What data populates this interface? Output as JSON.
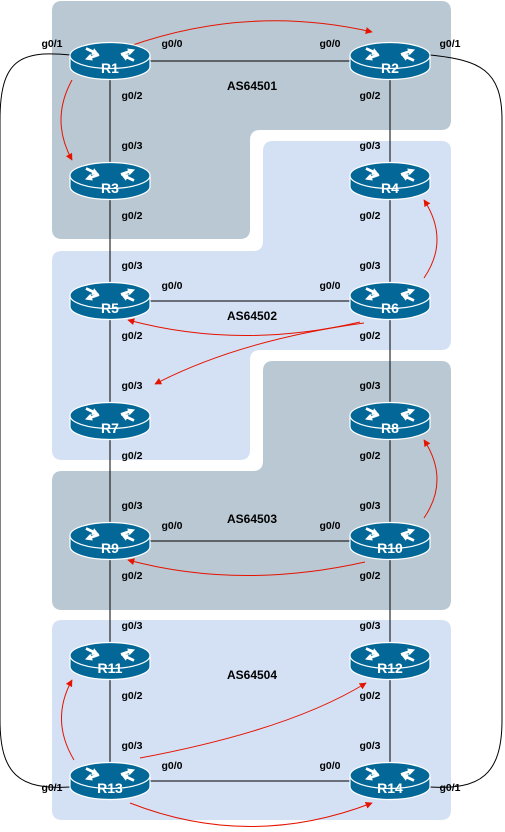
{
  "colors": {
    "as_gray": "#bac8d3",
    "as_blue": "#d4e1f5",
    "router_fill": "#036897",
    "router_stroke": "#ffffff",
    "link": "#000000",
    "arrow": "#e51400"
  },
  "areas": [
    {
      "id": "as64501",
      "name": "AS64501",
      "color": "gray"
    },
    {
      "id": "as64502",
      "name": "AS64502",
      "color": "blue"
    },
    {
      "id": "as64503",
      "name": "AS64503",
      "color": "gray"
    },
    {
      "id": "as64504",
      "name": "AS64504",
      "color": "blue"
    }
  ],
  "routers": [
    {
      "id": "r1",
      "label": "R1",
      "icon": "router-icon"
    },
    {
      "id": "r2",
      "label": "R2",
      "icon": "router-icon"
    },
    {
      "id": "r3",
      "label": "R3",
      "icon": "router-icon"
    },
    {
      "id": "r4",
      "label": "R4",
      "icon": "router-icon"
    },
    {
      "id": "r5",
      "label": "R5",
      "icon": "router-icon"
    },
    {
      "id": "r6",
      "label": "R6",
      "icon": "router-icon"
    },
    {
      "id": "r7",
      "label": "R7",
      "icon": "router-icon"
    },
    {
      "id": "r8",
      "label": "R8",
      "icon": "router-icon"
    },
    {
      "id": "r9",
      "label": "R9",
      "icon": "router-icon"
    },
    {
      "id": "r10",
      "label": "R10",
      "icon": "router-icon"
    },
    {
      "id": "r11",
      "label": "R11",
      "icon": "router-icon"
    },
    {
      "id": "r12",
      "label": "R12",
      "icon": "router-icon"
    },
    {
      "id": "r13",
      "label": "R13",
      "icon": "router-icon"
    },
    {
      "id": "r14",
      "label": "R14",
      "icon": "router-icon"
    }
  ],
  "links": [
    {
      "from": "R1",
      "to": "R2"
    },
    {
      "from": "R1",
      "to": "R3"
    },
    {
      "from": "R2",
      "to": "R4"
    },
    {
      "from": "R3",
      "to": "R5"
    },
    {
      "from": "R4",
      "to": "R6"
    },
    {
      "from": "R5",
      "to": "R6"
    },
    {
      "from": "R5",
      "to": "R7"
    },
    {
      "from": "R6",
      "to": "R8"
    },
    {
      "from": "R7",
      "to": "R9"
    },
    {
      "from": "R8",
      "to": "R10"
    },
    {
      "from": "R9",
      "to": "R10"
    },
    {
      "from": "R9",
      "to": "R11"
    },
    {
      "from": "R10",
      "to": "R12"
    },
    {
      "from": "R11",
      "to": "R13"
    },
    {
      "from": "R12",
      "to": "R14"
    },
    {
      "from": "R13",
      "to": "R14"
    },
    {
      "from": "R1",
      "to": "R13"
    },
    {
      "from": "R2",
      "to": "R14"
    }
  ],
  "sessions": [
    {
      "from": "R1",
      "to": "R2"
    },
    {
      "from": "R1",
      "to": "R3"
    },
    {
      "from": "R6",
      "to": "R4"
    },
    {
      "from": "R6",
      "to": "R5"
    },
    {
      "from": "R6",
      "to": "R7"
    },
    {
      "from": "R10",
      "to": "R8"
    },
    {
      "from": "R10",
      "to": "R9"
    },
    {
      "from": "R13",
      "to": "R11"
    },
    {
      "from": "R13",
      "to": "R12"
    },
    {
      "from": "R13",
      "to": "R14"
    }
  ],
  "interfaces": [
    "g0/1",
    "g0/0",
    "g0/0",
    "g0/1",
    "g0/2",
    "g0/2",
    "g0/3",
    "g0/3",
    "g0/2",
    "g0/2",
    "g0/3",
    "g0/0",
    "g0/0",
    "g0/3",
    "g0/2",
    "g0/2",
    "g0/3",
    "g0/3",
    "g0/2",
    "g0/2",
    "g0/3",
    "g0/0",
    "g0/0",
    "g0/3",
    "g0/2",
    "g0/2",
    "g0/3",
    "g0/3",
    "g0/2",
    "g0/2",
    "g0/3",
    "g0/0",
    "g0/0",
    "g0/3",
    "g0/1",
    "g0/1"
  ]
}
